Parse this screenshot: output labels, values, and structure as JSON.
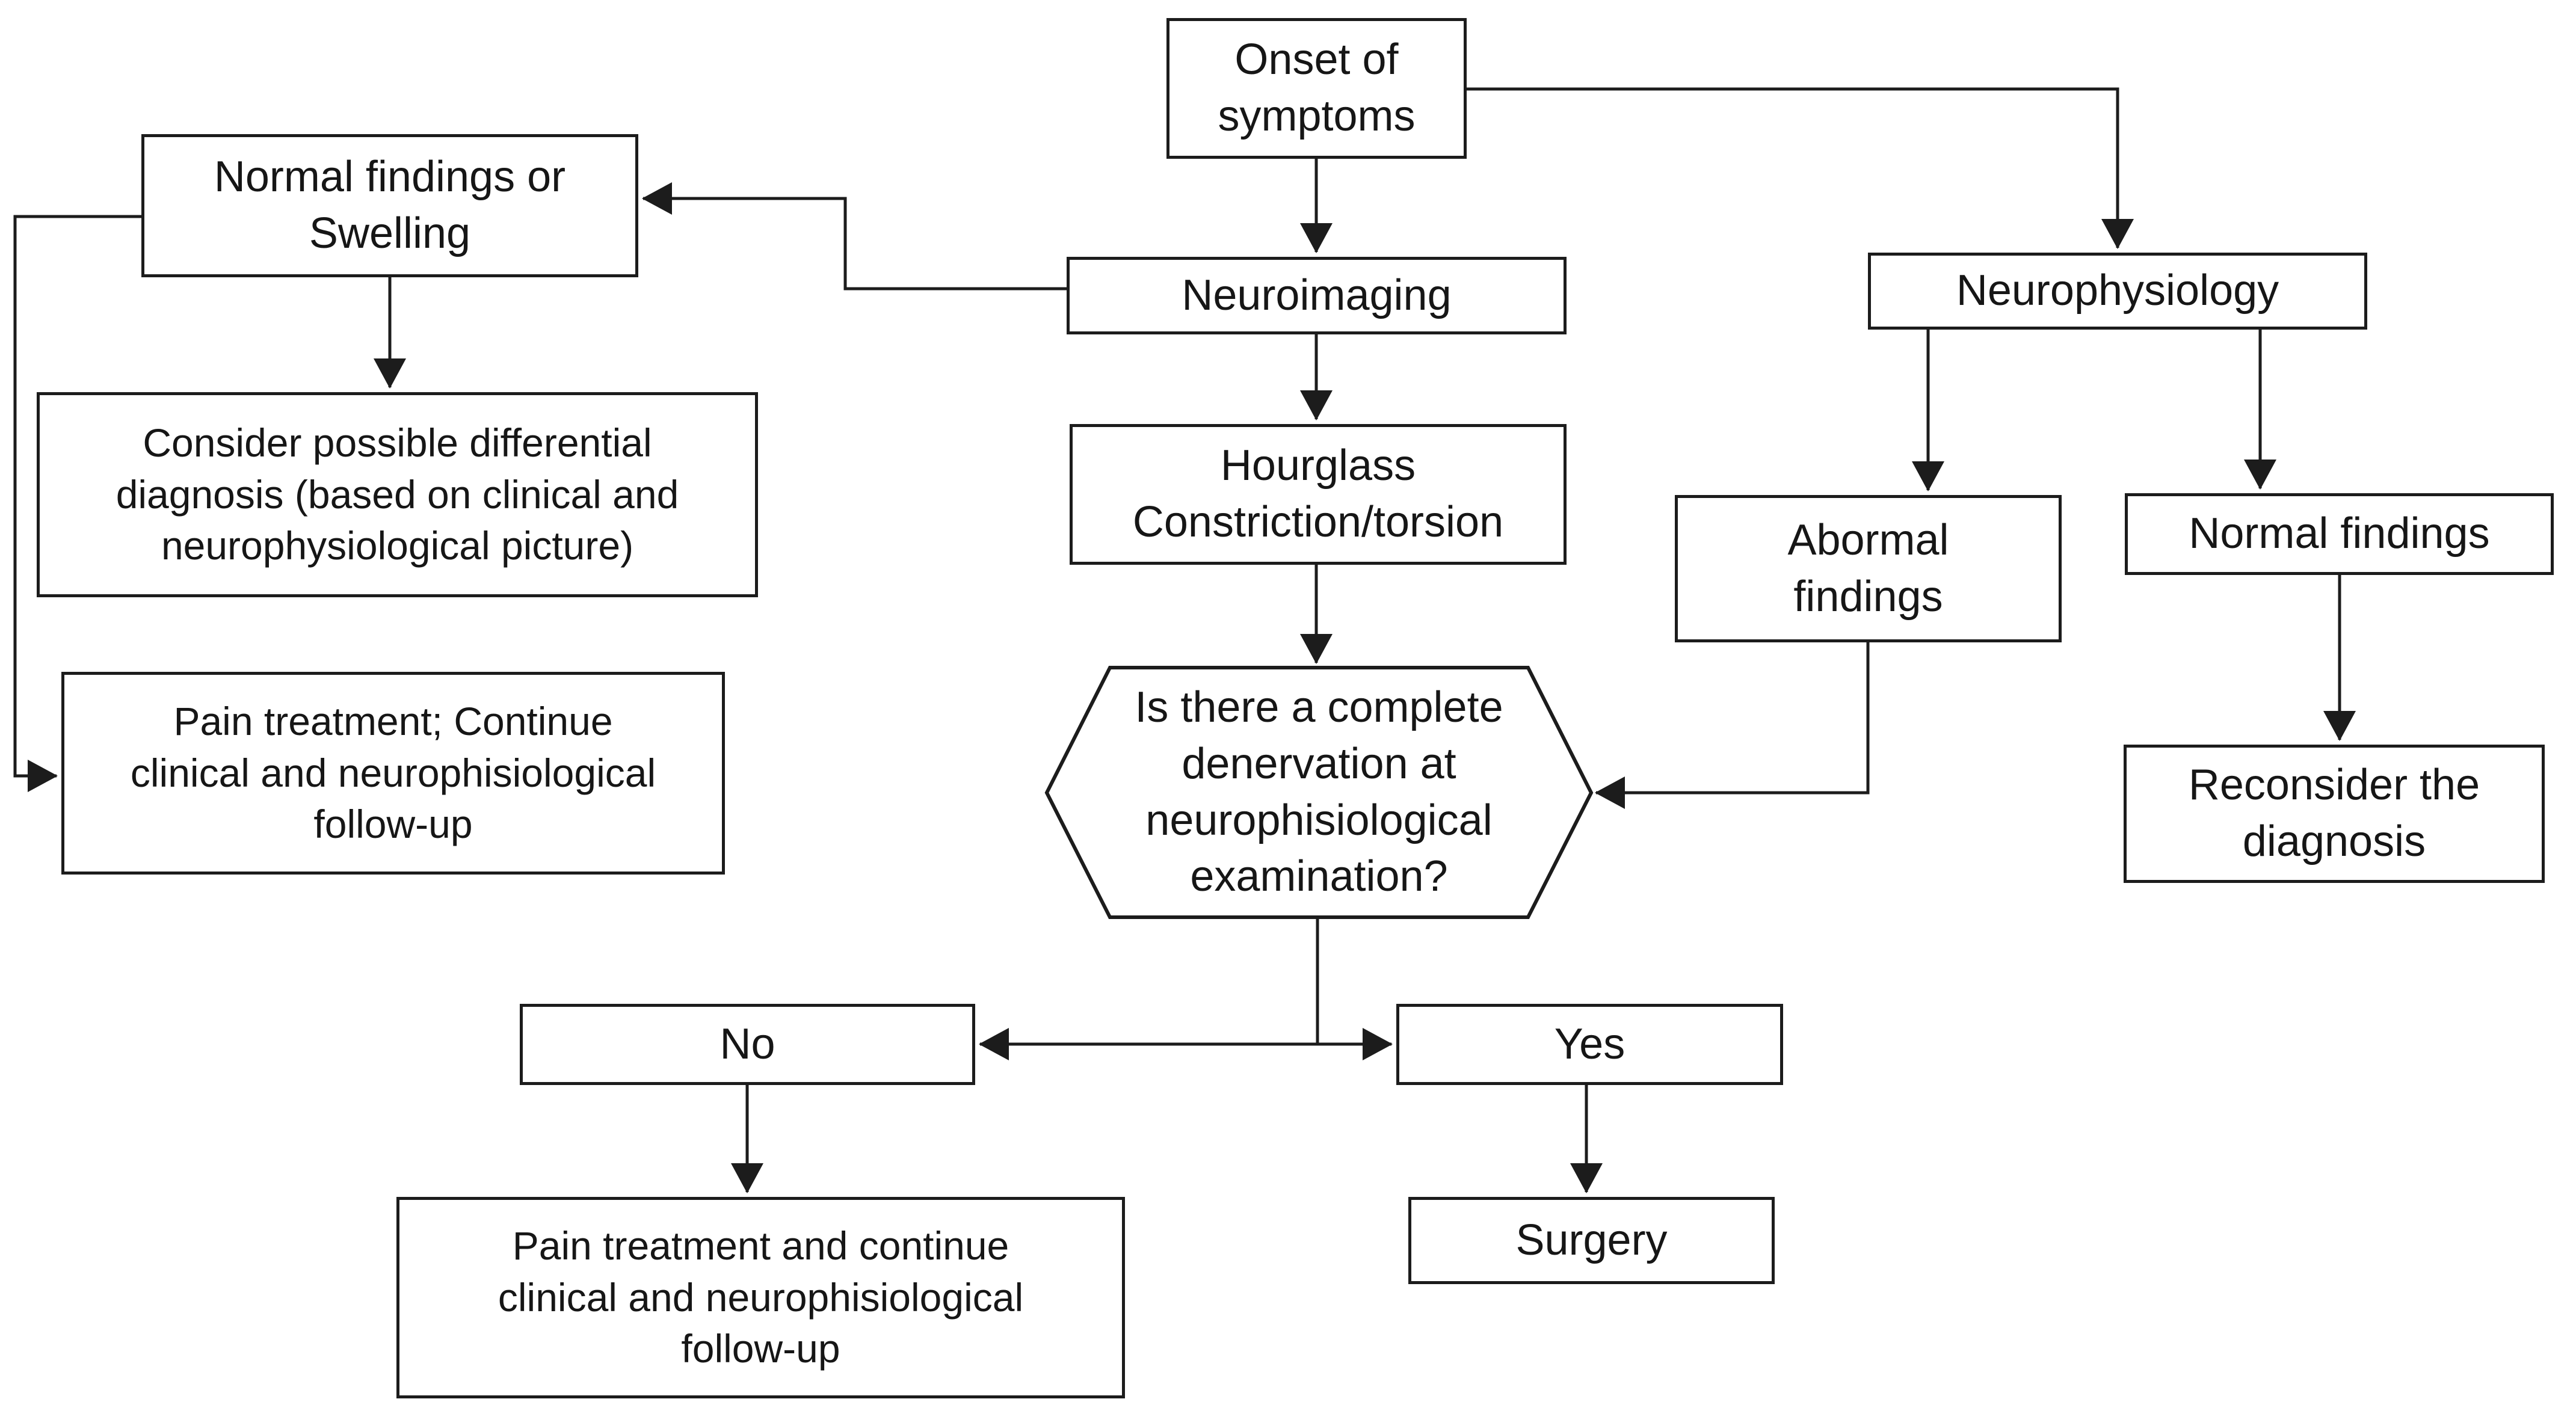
{
  "diagram": {
    "type": "flowchart",
    "colors": {
      "background": "#ffffff",
      "box_fill": "#ffffff",
      "box_border": "#1c1c1c",
      "line": "#1c1c1c",
      "text": "#161616"
    },
    "nodes": {
      "onset": {
        "label": "Onset of\nsymptoms",
        "shape": "rect"
      },
      "normal_findings_or_swelling": {
        "label": "Normal findings or\nSwelling",
        "shape": "rect"
      },
      "neuroimaging": {
        "label": "Neuroimaging",
        "shape": "rect"
      },
      "neurophysiology": {
        "label": "Neurophysiology",
        "shape": "rect"
      },
      "consider_differential": {
        "label": "Consider possible differential\ndiagnosis (based on clinical and\nneurophysiological picture)",
        "shape": "rect"
      },
      "hourglass": {
        "label": "Hourglass\nConstriction/torsion",
        "shape": "rect"
      },
      "abormal_findings": {
        "label": "Abormal\nfindings",
        "shape": "rect"
      },
      "normal_findings": {
        "label": "Normal findings",
        "shape": "rect"
      },
      "pain_treatment_followup": {
        "label": "Pain treatment; Continue\nclinical and neurophisiological\nfollow-up",
        "shape": "rect"
      },
      "denervation_question": {
        "label": "Is there a complete\ndenervation at\nneurophisiological\nexamination?",
        "shape": "hexagon"
      },
      "reconsider_diagnosis": {
        "label": "Reconsider the\ndiagnosis",
        "shape": "rect"
      },
      "no": {
        "label": "No",
        "shape": "rect"
      },
      "yes": {
        "label": "Yes",
        "shape": "rect"
      },
      "pain_treatment_continue": {
        "label": "Pain treatment and continue\nclinical and neurophisiological\nfollow-up",
        "shape": "rect"
      },
      "surgery": {
        "label": "Surgery",
        "shape": "rect"
      }
    },
    "edges": [
      {
        "from": "onset",
        "to": "neuroimaging"
      },
      {
        "from": "onset",
        "to": "neurophysiology"
      },
      {
        "from": "neuroimaging",
        "to": "normal_findings_or_swelling"
      },
      {
        "from": "neuroimaging",
        "to": "hourglass"
      },
      {
        "from": "normal_findings_or_swelling",
        "to": "consider_differential"
      },
      {
        "from": "normal_findings_or_swelling",
        "to": "pain_treatment_followup"
      },
      {
        "from": "neurophysiology",
        "to": "abormal_findings"
      },
      {
        "from": "neurophysiology",
        "to": "normal_findings"
      },
      {
        "from": "abormal_findings",
        "to": "denervation_question"
      },
      {
        "from": "normal_findings",
        "to": "reconsider_diagnosis"
      },
      {
        "from": "hourglass",
        "to": "denervation_question"
      },
      {
        "from": "denervation_question",
        "to": "no"
      },
      {
        "from": "denervation_question",
        "to": "yes"
      },
      {
        "from": "no",
        "to": "pain_treatment_continue"
      },
      {
        "from": "yes",
        "to": "surgery"
      }
    ]
  }
}
